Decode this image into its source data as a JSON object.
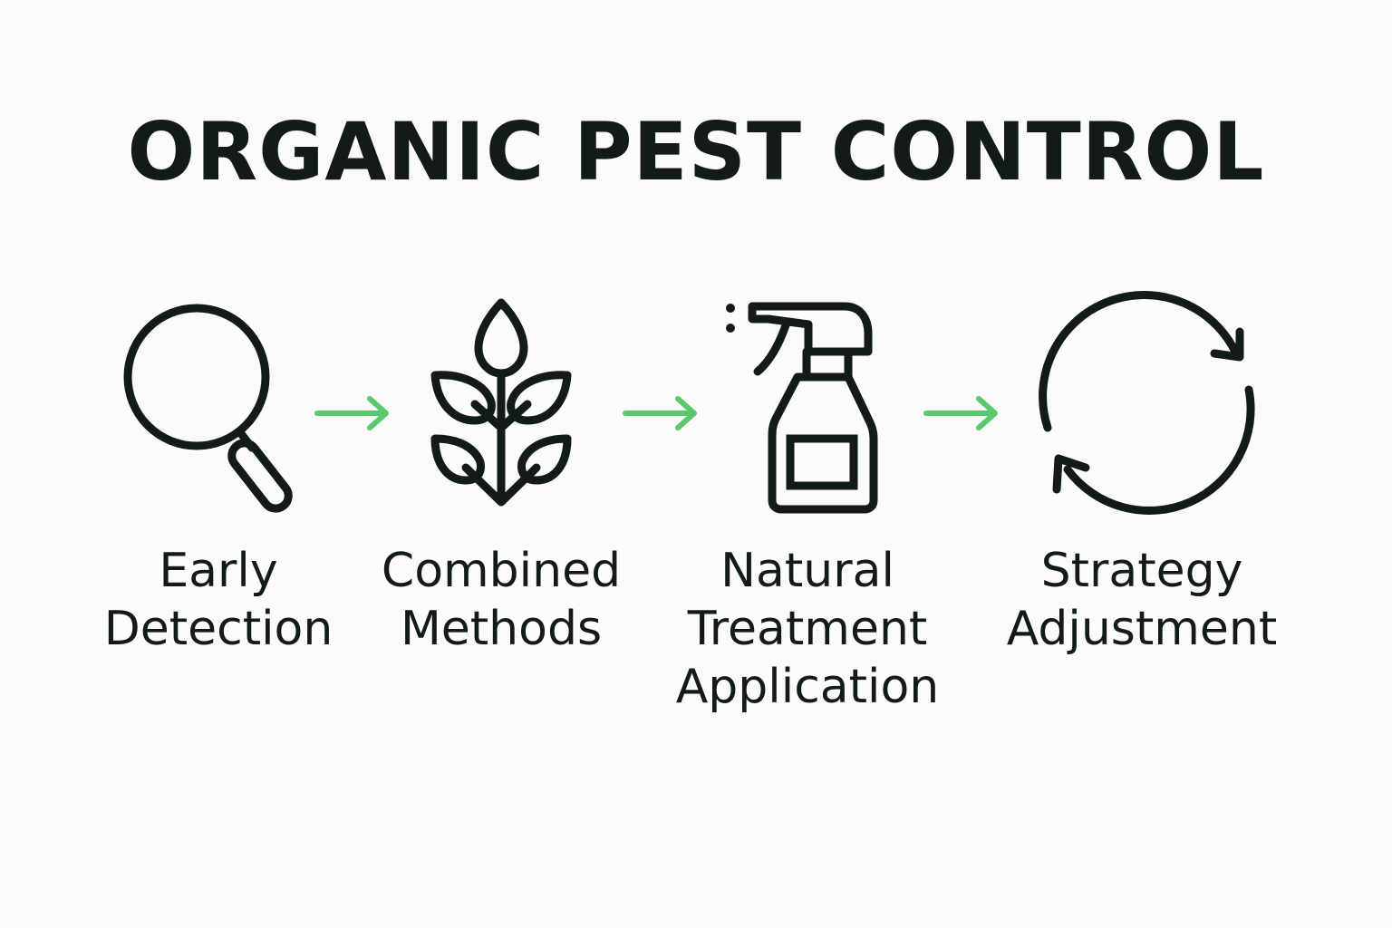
{
  "title": "ORGANIC PEST CONTROL",
  "colors": {
    "ink": "#121a1a",
    "arrow": "#5ac86e",
    "background": "#fbfbfb"
  },
  "steps": [
    {
      "icon": "magnifying-glass-icon",
      "lines": [
        "Early",
        "Detection"
      ]
    },
    {
      "icon": "plant-sprout-icon",
      "lines": [
        "Combined",
        "Methods"
      ]
    },
    {
      "icon": "spray-bottle-icon",
      "lines": [
        "Natural",
        "Treatment",
        "Application"
      ]
    },
    {
      "icon": "cycle-arrows-icon",
      "lines": [
        "Strategy",
        "Adjustment"
      ]
    }
  ]
}
